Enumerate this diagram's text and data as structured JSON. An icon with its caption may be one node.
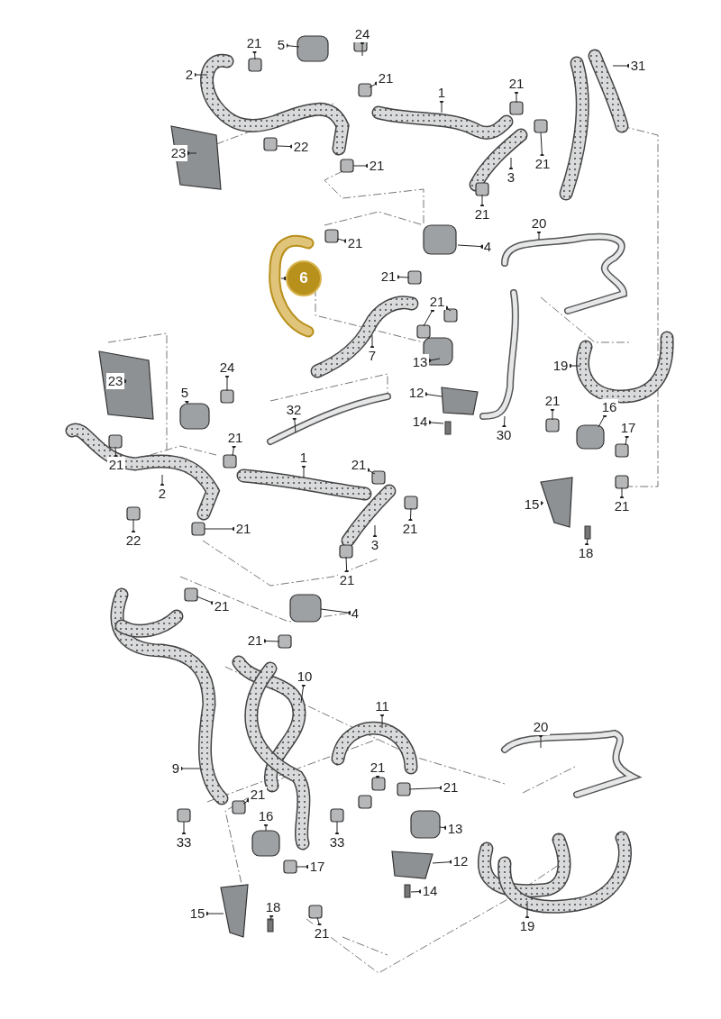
{
  "diagram": {
    "nodes": [
      {
        "text": [
          "21"
        ]
      },
      {
        "text": [
          "5"
        ]
      },
      {
        "text": [
          "24"
        ]
      },
      {
        "text": [
          "2"
        ]
      },
      {
        "text": [
          "21"
        ]
      },
      {
        "text": [
          "1"
        ]
      },
      {
        "text": [
          "21"
        ]
      },
      {
        "text": [
          "31"
        ]
      },
      {
        "text": [
          "23"
        ]
      },
      {
        "text": [
          "22"
        ]
      },
      {
        "text": [
          "21"
        ]
      },
      {
        "text": [
          "21"
        ]
      },
      {
        "text": [
          "3"
        ]
      },
      {
        "text": [
          "21"
        ]
      },
      {
        "text": [
          "20"
        ]
      },
      {
        "text": [
          "21"
        ]
      },
      {
        "text": [
          "4"
        ]
      },
      {
        "text": [
          "6"
        ]
      },
      {
        "text": [
          "21"
        ]
      },
      {
        "text": [
          "21"
        ]
      },
      {
        "text": [
          "7"
        ]
      },
      {
        "text": [
          "13"
        ]
      },
      {
        "text": [
          "19"
        ]
      },
      {
        "text": [
          "12"
        ]
      },
      {
        "text": [
          "24"
        ]
      },
      {
        "text": [
          "23"
        ]
      },
      {
        "text": [
          "5"
        ]
      },
      {
        "text": [
          "32"
        ]
      },
      {
        "text": [
          "14"
        ]
      },
      {
        "text": [
          "30"
        ]
      },
      {
        "text": [
          "21"
        ]
      },
      {
        "text": [
          "16"
        ]
      },
      {
        "text": [
          "17"
        ]
      },
      {
        "text": [
          "21"
        ]
      },
      {
        "text": [
          "1"
        ]
      },
      {
        "text": [
          "21"
        ]
      },
      {
        "text": [
          "21"
        ]
      },
      {
        "text": [
          "2"
        ]
      },
      {
        "text": [
          "15"
        ]
      },
      {
        "text": [
          "21"
        ]
      },
      {
        "text": [
          "21"
        ]
      },
      {
        "text": [
          "21"
        ]
      },
      {
        "text": [
          "22"
        ]
      },
      {
        "text": [
          "3"
        ]
      },
      {
        "text": [
          "18"
        ]
      },
      {
        "text": [
          "21"
        ]
      },
      {
        "text": [
          "21"
        ]
      },
      {
        "text": [
          "4"
        ]
      },
      {
        "text": [
          "21"
        ]
      },
      {
        "text": [
          "10"
        ]
      },
      {
        "text": [
          "11"
        ]
      },
      {
        "text": [
          "20"
        ]
      },
      {
        "text": [
          "9"
        ]
      },
      {
        "text": [
          "21"
        ]
      },
      {
        "text": [
          "21"
        ]
      },
      {
        "text": [
          "21"
        ]
      },
      {
        "text": [
          "16"
        ]
      },
      {
        "text": [
          "13"
        ]
      },
      {
        "text": [
          "33"
        ]
      },
      {
        "text": [
          "33"
        ]
      },
      {
        "text": [
          "12"
        ]
      },
      {
        "text": [
          "17"
        ]
      },
      {
        "text": [
          "14"
        ]
      },
      {
        "text": [
          "15"
        ]
      },
      {
        "text": [
          "18"
        ]
      },
      {
        "text": [
          "21"
        ]
      },
      {
        "text": [
          "19"
        ]
      }
    ],
    "edges": [
      {
        "from": 0,
        "to": null,
        "arrow": "other"
      },
      {
        "from": 1,
        "to": null,
        "arrow": "other"
      },
      {
        "from": 2,
        "to": null,
        "arrow": "other"
      },
      {
        "from": 3,
        "to": null,
        "arrow": "other"
      },
      {
        "from": 4,
        "to": null,
        "arrow": "other"
      },
      {
        "from": 5,
        "to": null,
        "arrow": "other"
      },
      {
        "from": 6,
        "to": null,
        "arrow": "other"
      },
      {
        "from": 7,
        "to": null,
        "arrow": "other"
      },
      {
        "from": 8,
        "to": null,
        "arrow": "other"
      },
      {
        "from": 9,
        "to": null,
        "arrow": "other"
      },
      {
        "from": 10,
        "to": null,
        "arrow": "other"
      },
      {
        "from": 11,
        "to": null,
        "arrow": "other"
      },
      {
        "from": 12,
        "to": null,
        "arrow": "other"
      },
      {
        "from": 13,
        "to": null,
        "arrow": "other"
      },
      {
        "from": 14,
        "to": null,
        "arrow": "other"
      },
      {
        "from": 15,
        "to": null,
        "arrow": "other"
      },
      {
        "from": 16,
        "to": null,
        "arrow": "other"
      },
      {
        "from": 17,
        "to": null,
        "arrow": "other"
      },
      {
        "from": 18,
        "to": null,
        "arrow": "other"
      },
      {
        "from": 19,
        "to": null,
        "arrow": "other"
      },
      {
        "from": 19,
        "to": null,
        "arrow": "other"
      },
      {
        "from": 20,
        "to": null,
        "arrow": "other"
      },
      {
        "from": 21,
        "to": null,
        "arrow": "other"
      },
      {
        "from": 22,
        "to": null,
        "arrow": "other"
      },
      {
        "from": 23,
        "to": null,
        "arrow": "other"
      },
      {
        "from": 24,
        "to": null,
        "arrow": "other"
      },
      {
        "from": 25,
        "to": null,
        "arrow": "other"
      },
      {
        "from": 26,
        "to": null,
        "arrow": "other"
      },
      {
        "from": 27,
        "to": null,
        "arrow": "other"
      },
      {
        "from": 28,
        "to": null,
        "arrow": "other"
      },
      {
        "from": 29,
        "to": null,
        "arrow": "other"
      },
      {
        "from": 30,
        "to": null,
        "arrow": "other"
      },
      {
        "from": 31,
        "to": null,
        "arrow": "other"
      },
      {
        "from": 32,
        "to": null,
        "arrow": "other"
      },
      {
        "from": 33,
        "to": null,
        "arrow": "other"
      },
      {
        "from": 34,
        "to": null,
        "arrow": "other"
      },
      {
        "from": 35,
        "to": null,
        "arrow": "other"
      },
      {
        "from": 36,
        "to": null,
        "arrow": "other"
      },
      {
        "from": 37,
        "to": null,
        "arrow": "other"
      },
      {
        "from": 38,
        "to": null,
        "arrow": "other"
      },
      {
        "from": 39,
        "to": null,
        "arrow": "other"
      },
      {
        "from": 40,
        "to": null,
        "arrow": "other"
      },
      {
        "from": 41,
        "to": null,
        "arrow": "other"
      },
      {
        "from": 42,
        "to": null,
        "arrow": "other"
      },
      {
        "from": 43,
        "to": null,
        "arrow": "other"
      },
      {
        "from": 44,
        "to": null,
        "arrow": "other"
      },
      {
        "from": 45,
        "to": null,
        "arrow": "other"
      },
      {
        "from": 46,
        "to": null,
        "arrow": "other"
      },
      {
        "from": 47,
        "to": null,
        "arrow": "other"
      },
      {
        "from": 48,
        "to": null,
        "arrow": "other"
      },
      {
        "from": 49,
        "to": null,
        "arrow": "other"
      },
      {
        "from": 50,
        "to": null,
        "arrow": "other"
      },
      {
        "from": 51,
        "to": null,
        "arrow": "other"
      },
      {
        "from": 52,
        "to": null,
        "arrow": "other"
      },
      {
        "from": 53,
        "to": null,
        "arrow": "other"
      },
      {
        "from": 54,
        "to": null,
        "arrow": "other"
      },
      {
        "from": 55,
        "to": null,
        "arrow": "other"
      },
      {
        "from": 56,
        "to": null,
        "arrow": "other"
      },
      {
        "from": 57,
        "to": null,
        "arrow": "other"
      },
      {
        "from": 58,
        "to": null,
        "arrow": "other"
      },
      {
        "from": 59,
        "to": null,
        "arrow": "other"
      },
      {
        "from": 60,
        "to": null,
        "arrow": "other"
      },
      {
        "from": 61,
        "to": null,
        "arrow": "other"
      },
      {
        "from": 62,
        "to": null,
        "arrow": "other"
      },
      {
        "from": 63,
        "to": null,
        "arrow": "other"
      },
      {
        "from": 64,
        "to": null,
        "arrow": "other"
      },
      {
        "from": 65,
        "to": null,
        "arrow": "other"
      },
      {
        "from": 66,
        "to": null,
        "arrow": "other"
      }
    ]
  }
}
